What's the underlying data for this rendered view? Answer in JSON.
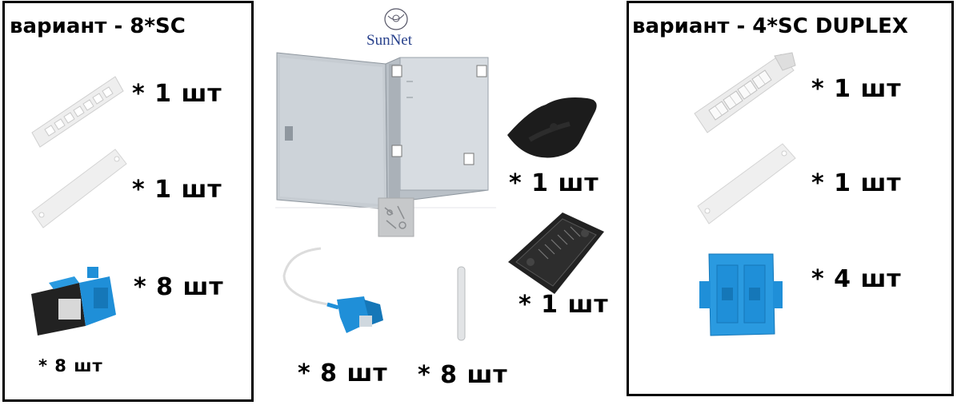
{
  "left_panel": {
    "title": "вариант - 8*SC",
    "items": [
      {
        "name": "adapter-plate-8sc",
        "qty": "* 1 шт"
      },
      {
        "name": "blank-plate",
        "qty": "* 1 шт"
      },
      {
        "name": "sc-simplex-adapter",
        "qty": "* 8 шт",
        "qty_extra": "*  8 шт"
      }
    ]
  },
  "center": {
    "logo_text": "SunNet",
    "items": [
      {
        "name": "wall-box",
        "qty": ""
      },
      {
        "name": "screw-bag",
        "qty": ""
      },
      {
        "name": "splice-tray-cover",
        "qty": "* 1 шт"
      },
      {
        "name": "splice-tray",
        "qty": "* 1 шт"
      },
      {
        "name": "sc-pigtail",
        "qty": "* 8 шт"
      },
      {
        "name": "splice-sleeve",
        "qty": "* 8 шт"
      }
    ]
  },
  "right_panel": {
    "title": "вариант - 4*SC DUPLEX",
    "items": [
      {
        "name": "adapter-plate-4sc-duplex",
        "qty": "* 1 шт"
      },
      {
        "name": "blank-plate",
        "qty": "* 1 шт"
      },
      {
        "name": "sc-duplex-adapter",
        "qty": "* 4 шт"
      }
    ]
  },
  "colors": {
    "border": "#000000",
    "box_gray": "#c7cdd3",
    "adapter_blue": "#1f8fd8",
    "plate_white": "#eeeeee",
    "tray_black": "#1c1c1c"
  }
}
